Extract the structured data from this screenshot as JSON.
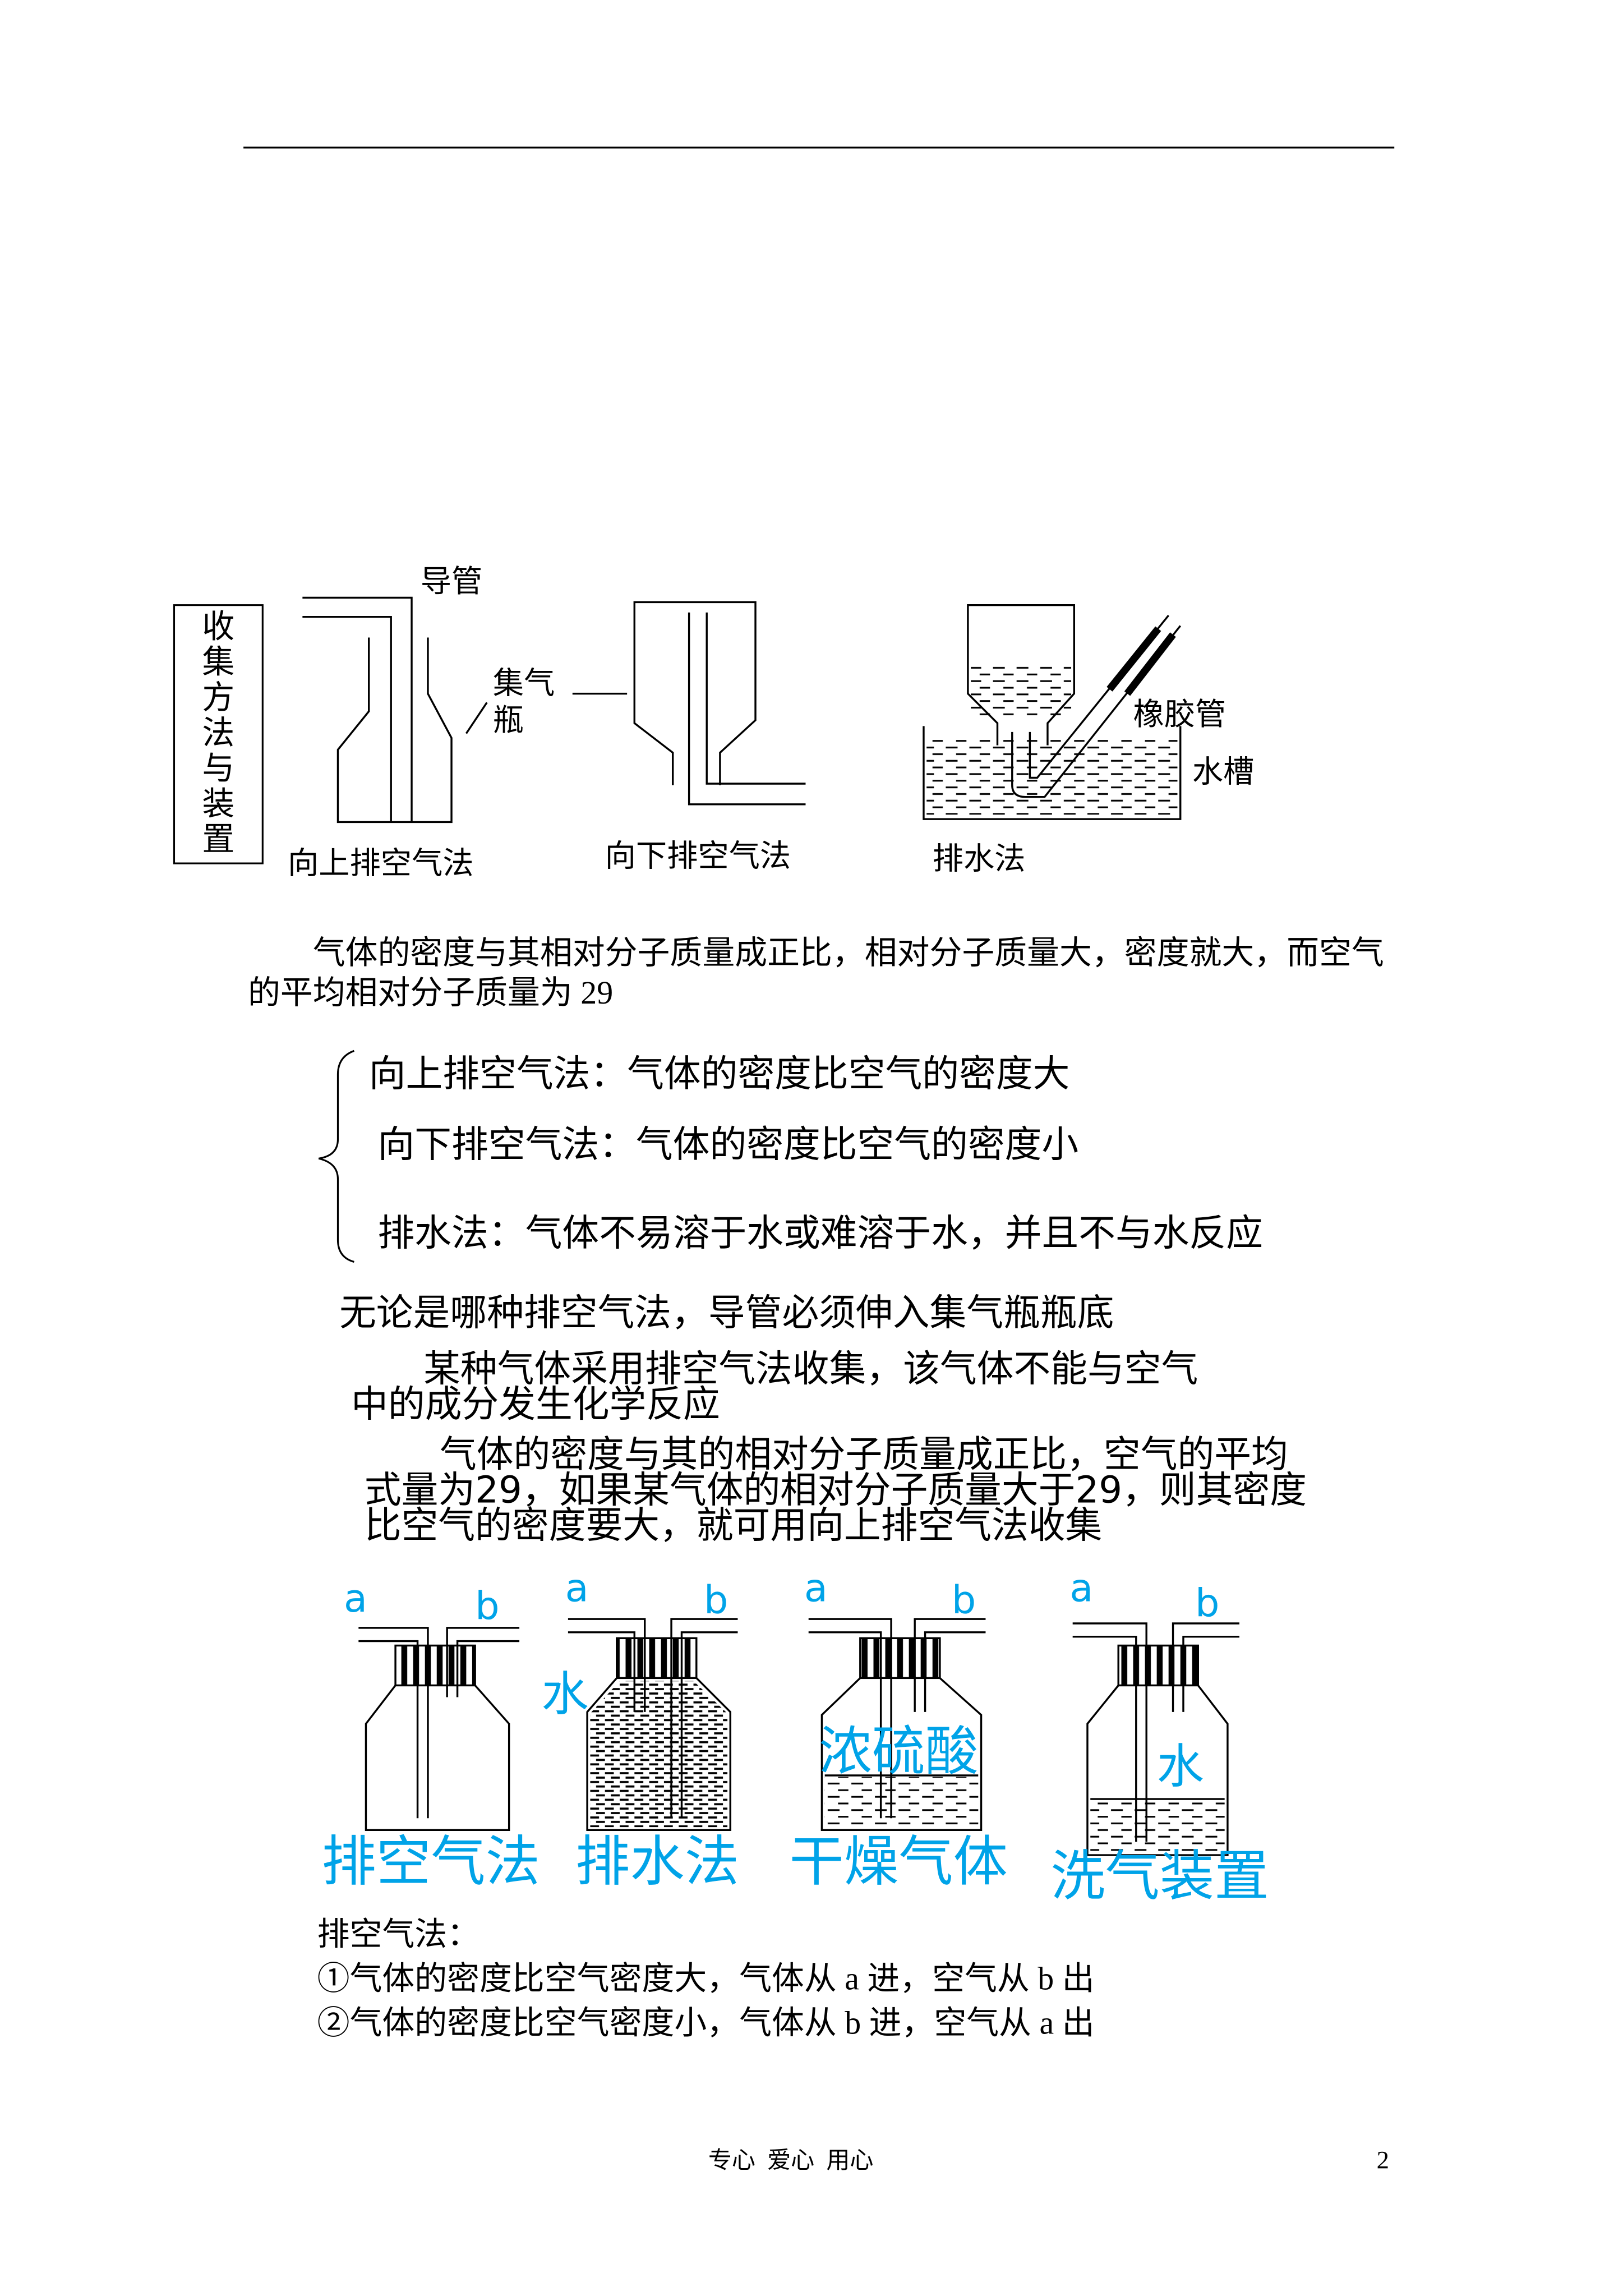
{
  "figure1": {
    "side_label": "收集方法与装置",
    "labels": {
      "delivery_tube": "导管",
      "gas_bottle": "集气瓶",
      "rubber_tube": "橡胶管",
      "water_trough": "水槽"
    },
    "methods": [
      "向上排空气法",
      "向下排空气法",
      "排水法"
    ]
  },
  "intro_paragraph": "气体的密度与其相对分子质量成正比，相对分子质量大，密度就大，而空气的平均相对分子质量为 29",
  "methods_summary": [
    "向上排空气法：气体的密度比空气的密度大",
    "向下排空气法：气体的密度比空气的密度小",
    "排水法：气体不易溶于水或难溶于水，并且不与水反应"
  ],
  "notes": {
    "tube_note": "无论是哪种排空气法，导管必须伸入集气瓶瓶底",
    "reaction_note": [
      "某种气体采用排空气法收集，该气体不能与空气",
      "中的成分发生化学反应"
    ],
    "density_note": [
      "气体的密度与其的相对分子质量成正比，空气的平均",
      "式量为29，如果某气体的相对分子质量大于29，则其密度",
      "比空气的密度要大，就可用向上排空气法收集"
    ]
  },
  "figure2": {
    "label_color": "#00a3e8",
    "bottles": [
      {
        "left_port": "a",
        "right_port": "b",
        "caption": "排空气法"
      },
      {
        "left_port": "a",
        "right_port": "b",
        "caption": "排水法",
        "content_label": "水"
      },
      {
        "left_port": "a",
        "right_port": "b",
        "caption": "干燥气体",
        "content_label": "浓硫酸"
      },
      {
        "left_port": "a",
        "right_port": "b",
        "caption": "洗气装置",
        "content_label": "水"
      }
    ]
  },
  "air_method": {
    "title": "排空气法：",
    "items": [
      "①气体的密度比空气密度大，气体从 a 进，空气从 b 出",
      "②气体的密度比空气密度小，气体从 b 进，空气从 a 出"
    ]
  },
  "footer": {
    "motto": "专心  爱心  用心",
    "page_number": "2"
  }
}
